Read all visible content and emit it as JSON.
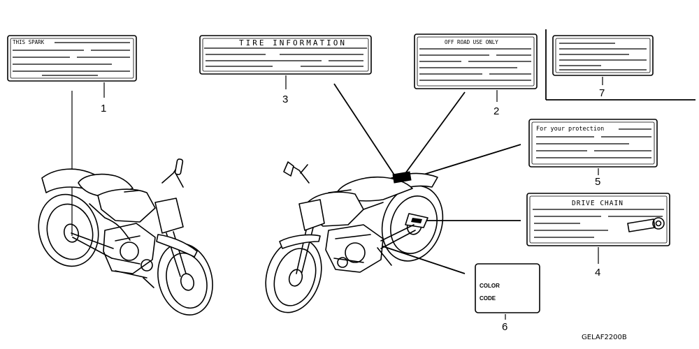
{
  "labels": {
    "l1": {
      "number": "1",
      "title": "THIS SPARK"
    },
    "l2": {
      "number": "2",
      "title": "OFF ROAD USE ONLY"
    },
    "l3": {
      "number": "3",
      "title": "TIRE INFORMATION"
    },
    "l4": {
      "number": "4",
      "title": "DRIVE CHAIN"
    },
    "l5": {
      "number": "5",
      "title": "For your protection"
    },
    "l6": {
      "number": "6",
      "line1": "COLOR",
      "line2": "CODE"
    },
    "l7": {
      "number": "7"
    }
  },
  "diagram_code": "GELAF2200B"
}
